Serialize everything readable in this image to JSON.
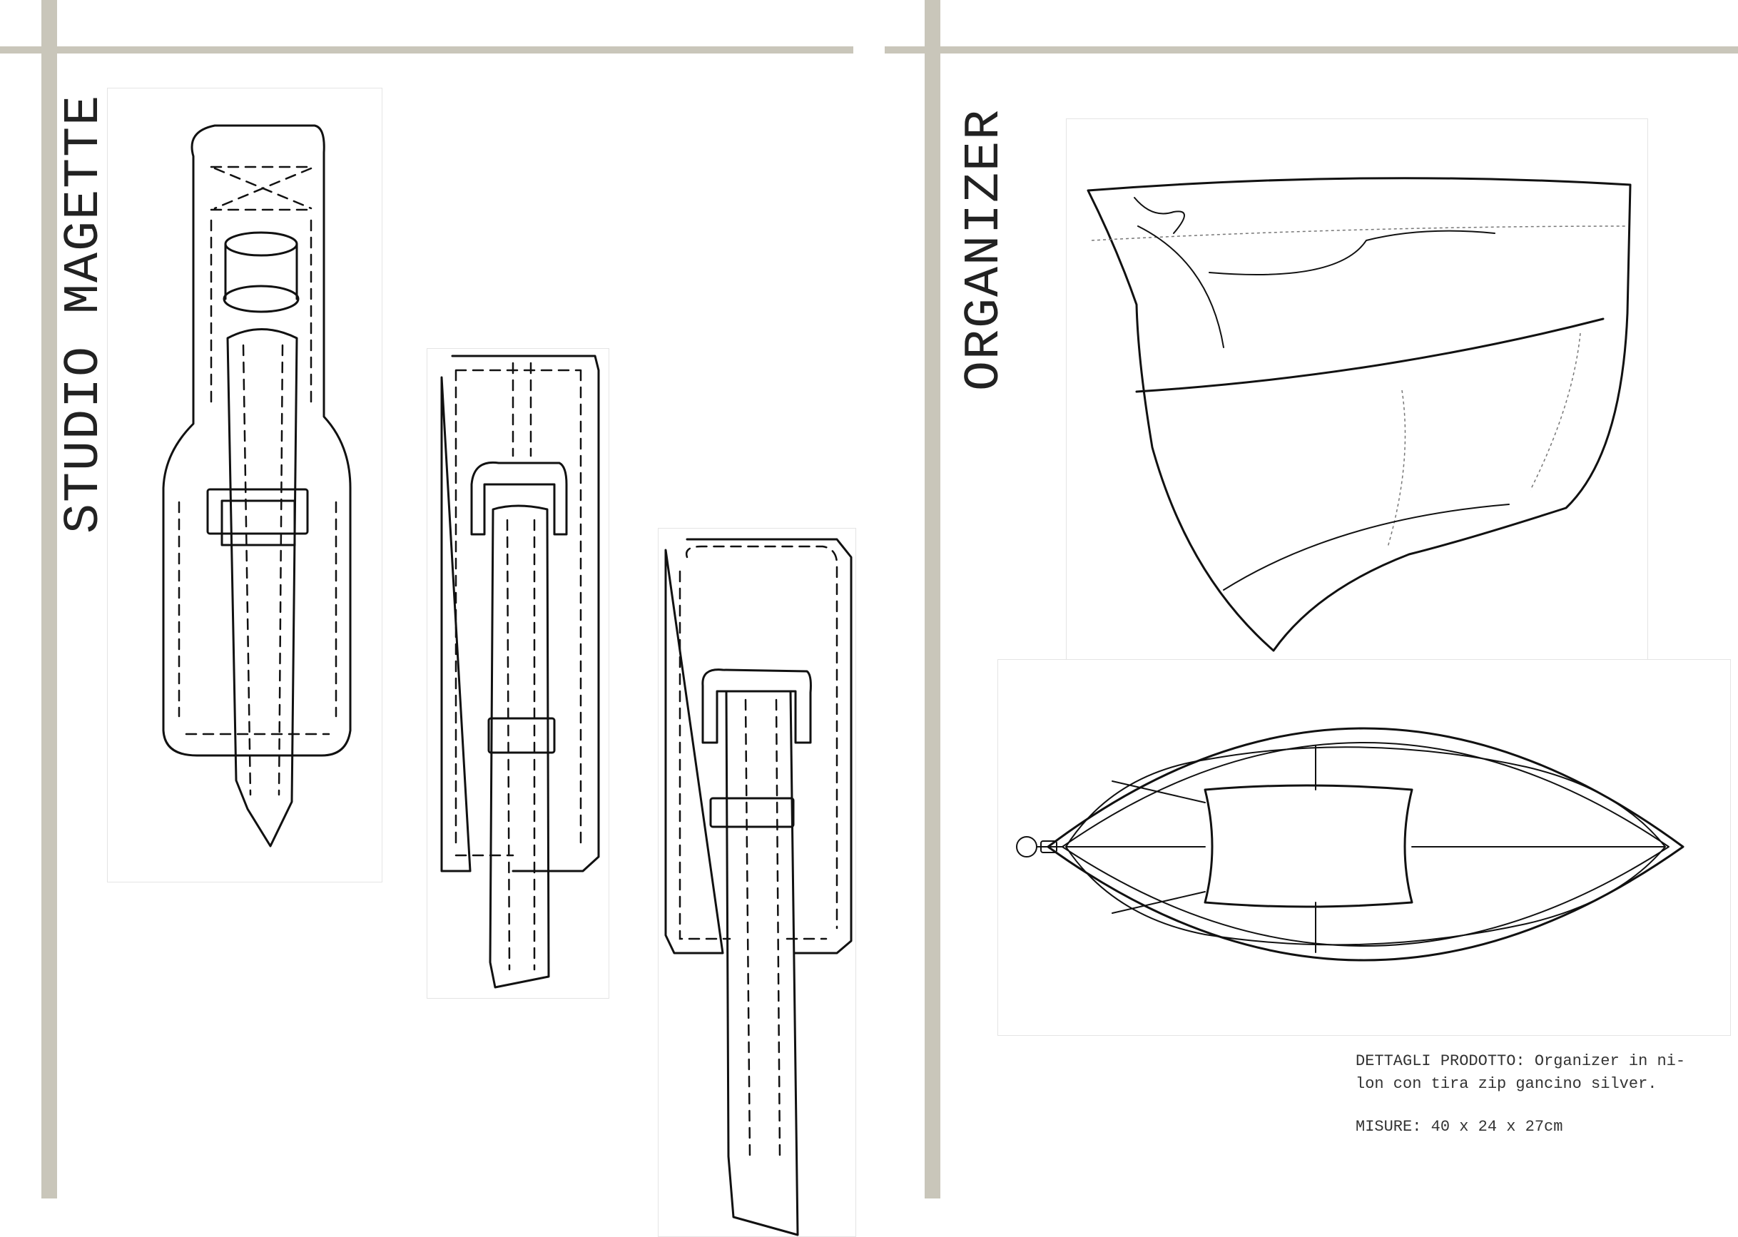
{
  "left_page": {
    "title": "STUDIO MAGETTE",
    "sketches": [
      "strap-sketch-1",
      "strap-sketch-2",
      "strap-sketch-3"
    ]
  },
  "right_page": {
    "title": "ORGANIZER",
    "details": {
      "line1": "DETTAGLI PRODOTTO: Organizer in ni-",
      "line2": "lon con tira zip gancino silver.",
      "measures": "MISURE: 40 x 24 x 27cm"
    }
  },
  "colors": {
    "rule": "#c9c6ba",
    "ink": "#111111"
  }
}
